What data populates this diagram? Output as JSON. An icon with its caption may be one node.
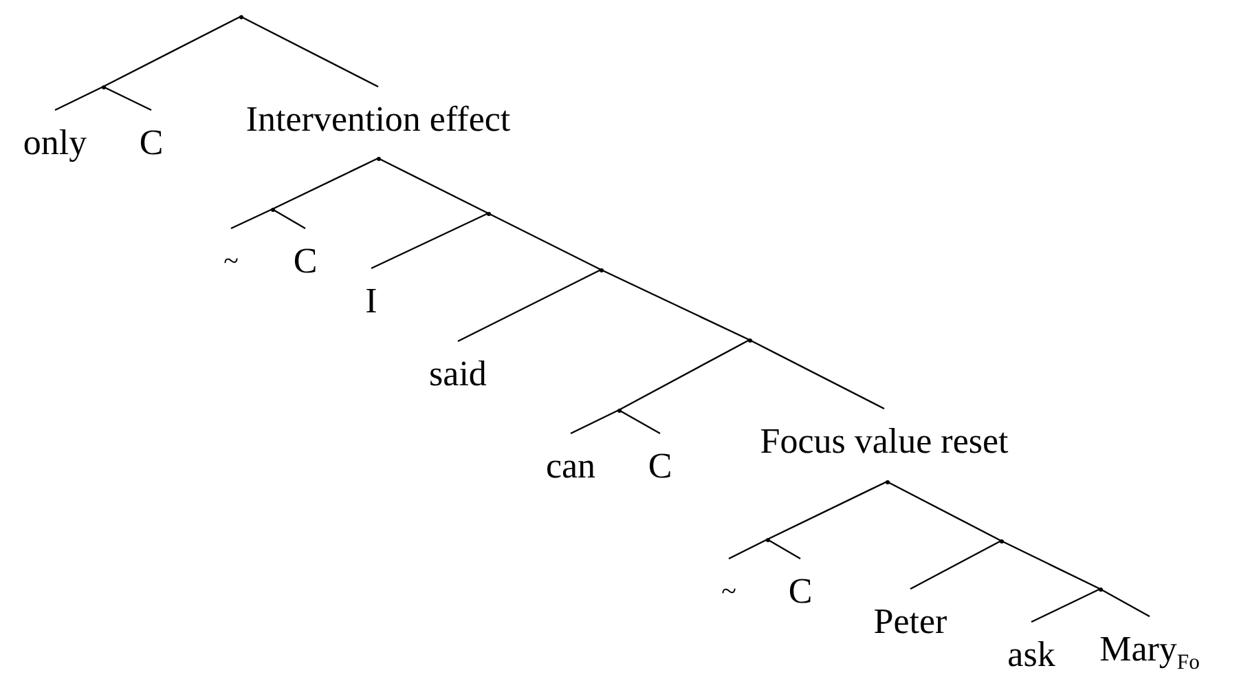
{
  "diagram": {
    "nodes": [
      {
        "text": [],
        "shape": "point"
      },
      {
        "text": [],
        "shape": "point"
      },
      {
        "text": [
          "only"
        ]
      },
      {
        "text": [
          "C"
        ]
      },
      {
        "text": [
          "Intervention effect"
        ]
      },
      {
        "text": [],
        "shape": "point"
      },
      {
        "text": [],
        "shape": "point"
      },
      {
        "text": [
          "~"
        ]
      },
      {
        "text": [
          "C"
        ]
      },
      {
        "text": [],
        "shape": "point"
      },
      {
        "text": [
          "I"
        ]
      },
      {
        "text": [],
        "shape": "point"
      },
      {
        "text": [
          "said"
        ]
      },
      {
        "text": [],
        "shape": "point"
      },
      {
        "text": [],
        "shape": "point"
      },
      {
        "text": [
          "can"
        ]
      },
      {
        "text": [
          "C"
        ]
      },
      {
        "text": [
          "Focus value reset"
        ]
      },
      {
        "text": [],
        "shape": "point"
      },
      {
        "text": [],
        "shape": "point"
      },
      {
        "text": [
          "~"
        ]
      },
      {
        "text": [
          "C"
        ]
      },
      {
        "text": [],
        "shape": "point"
      },
      {
        "text": [
          "Peter"
        ]
      },
      {
        "text": [],
        "shape": "point"
      },
      {
        "text": [
          "ask"
        ]
      },
      {
        "text": [
          "Mary$_{Fo}$"
        ]
      }
    ],
    "edges": [
      {
        "from": 0,
        "to": 1,
        "arrow": "none"
      },
      {
        "from": 0,
        "to": 4,
        "arrow": "none"
      },
      {
        "from": 1,
        "to": 2,
        "arrow": "none"
      },
      {
        "from": 1,
        "to": 3,
        "arrow": "none"
      },
      {
        "from": 5,
        "to": 6,
        "arrow": "none"
      },
      {
        "from": 5,
        "to": 9,
        "arrow": "none"
      },
      {
        "from": 6,
        "to": 7,
        "arrow": "none"
      },
      {
        "from": 6,
        "to": 8,
        "arrow": "none"
      },
      {
        "from": 9,
        "to": 10,
        "arrow": "none"
      },
      {
        "from": 9,
        "to": 11,
        "arrow": "none"
      },
      {
        "from": 11,
        "to": 12,
        "arrow": "none"
      },
      {
        "from": 11,
        "to": 13,
        "arrow": "none"
      },
      {
        "from": 13,
        "to": 14,
        "arrow": "none"
      },
      {
        "from": 13,
        "to": 17,
        "arrow": "none"
      },
      {
        "from": 14,
        "to": 15,
        "arrow": "none"
      },
      {
        "from": 14,
        "to": 16,
        "arrow": "none"
      },
      {
        "from": 18,
        "to": 19,
        "arrow": "none"
      },
      {
        "from": 18,
        "to": 22,
        "arrow": "none"
      },
      {
        "from": 19,
        "to": 20,
        "arrow": "none"
      },
      {
        "from": 19,
        "to": 21,
        "arrow": "none"
      },
      {
        "from": 22,
        "to": 23,
        "arrow": "none"
      },
      {
        "from": 22,
        "to": 24,
        "arrow": "none"
      },
      {
        "from": 24,
        "to": 25,
        "arrow": "none"
      },
      {
        "from": 24,
        "to": 26,
        "arrow": "none"
      }
    ]
  }
}
